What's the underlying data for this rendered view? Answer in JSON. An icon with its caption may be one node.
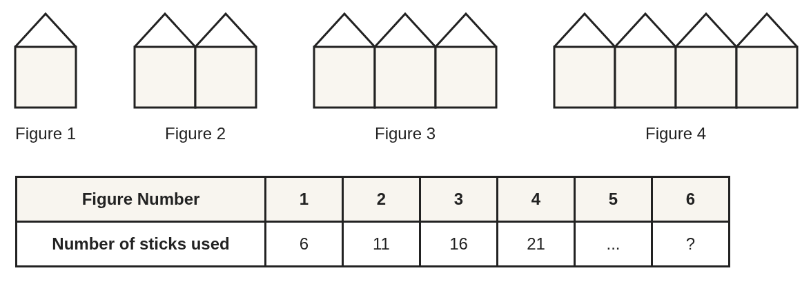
{
  "diagram": {
    "labels": [
      "Figure 1",
      "Figure 2",
      "Figure 3",
      "Figure 4",
      "Figure Number",
      "1",
      "2",
      "3",
      "4",
      "5",
      "6",
      "Number of sticks used",
      "6",
      "11",
      "16",
      "21",
      "...",
      "?"
    ]
  }
}
